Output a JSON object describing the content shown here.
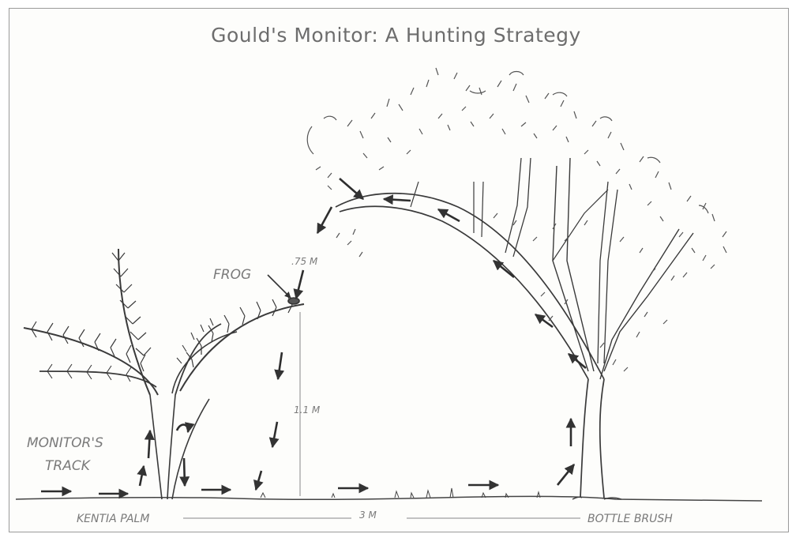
{
  "title": "Gould's Monitor: A Hunting Strategy",
  "labels": {
    "frog": "FROG",
    "branch_height": ".75 M",
    "drop_height": "1.1 M",
    "track_line1": "MONITOR'S",
    "track_line2": "TRACK",
    "palm": "KENTIA PALM",
    "distance": "3 M",
    "tree": "BOTTLE BRUSH"
  },
  "colors": {
    "ink": "#333333",
    "label": "#7a7a7a",
    "frame": "#9a9a9a"
  }
}
